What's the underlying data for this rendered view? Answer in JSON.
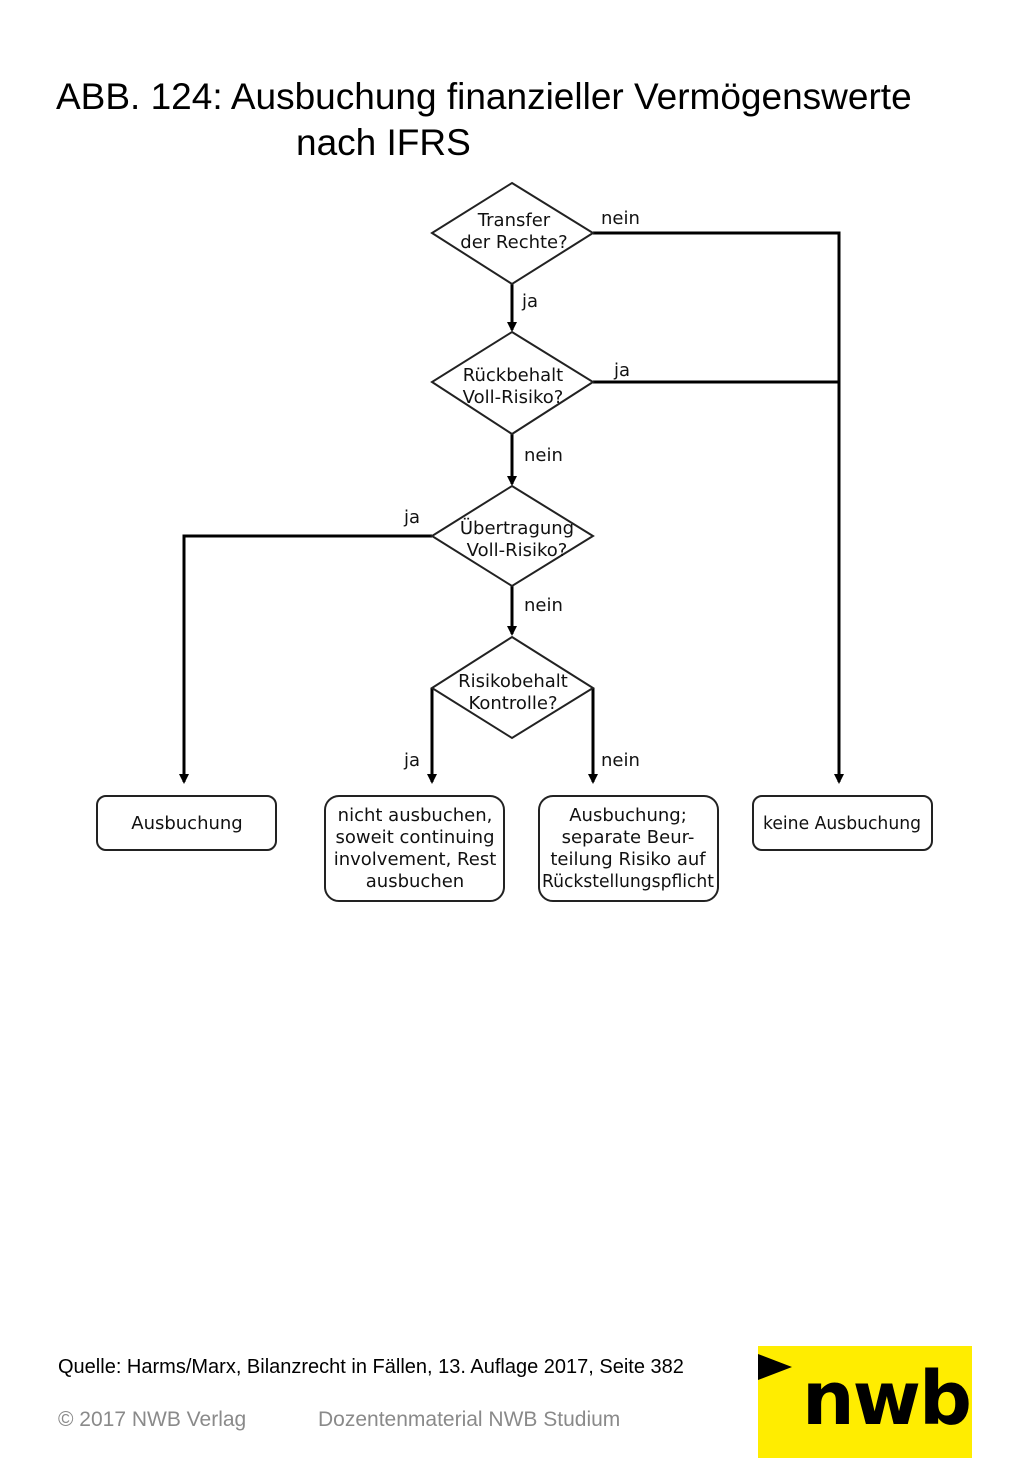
{
  "title": {
    "line1": "ABB. 124: Ausbuchung finanzieller Vermögenswerte",
    "line2": "nach IFRS"
  },
  "flowchart": {
    "decisions": [
      {
        "id": "d1",
        "lines": [
          "Transfer",
          "der Rechte?"
        ]
      },
      {
        "id": "d2",
        "lines": [
          "Rückbehalt",
          "Voll-Risiko?"
        ]
      },
      {
        "id": "d3",
        "lines": [
          "Übertragung",
          "Voll-Risiko?"
        ]
      },
      {
        "id": "d4",
        "lines": [
          "Risikobehalt",
          "Kontrolle?"
        ]
      }
    ],
    "outcomes": [
      {
        "id": "o1",
        "lines": [
          "Ausbuchung"
        ]
      },
      {
        "id": "o2",
        "lines": [
          "nicht ausbuchen,",
          "soweit continuing",
          "involvement, Rest",
          "ausbuchen"
        ]
      },
      {
        "id": "o3",
        "lines": [
          "Ausbuchung;",
          "separate Beur-",
          "teilung Risiko auf",
          "Rückstellungspflicht"
        ]
      },
      {
        "id": "o4",
        "lines": [
          "keine Ausbuchung"
        ]
      }
    ],
    "edge_labels": {
      "d1_nein": "nein",
      "d1_ja": "ja",
      "d2_ja": "ja",
      "d2_nein": "nein",
      "d3_ja": "ja",
      "d3_nein": "nein",
      "d4_ja": "ja",
      "d4_nein": "nein"
    }
  },
  "source": "Quelle: Harms/Marx, Bilanzrecht in Fällen, 13. Auflage 2017, Seite 382",
  "footer": {
    "copyright": "© 2017 NWB Verlag",
    "material": "Dozentenmaterial NWB Studium"
  },
  "logo": {
    "text": "nwb",
    "color": "#ffed00"
  }
}
